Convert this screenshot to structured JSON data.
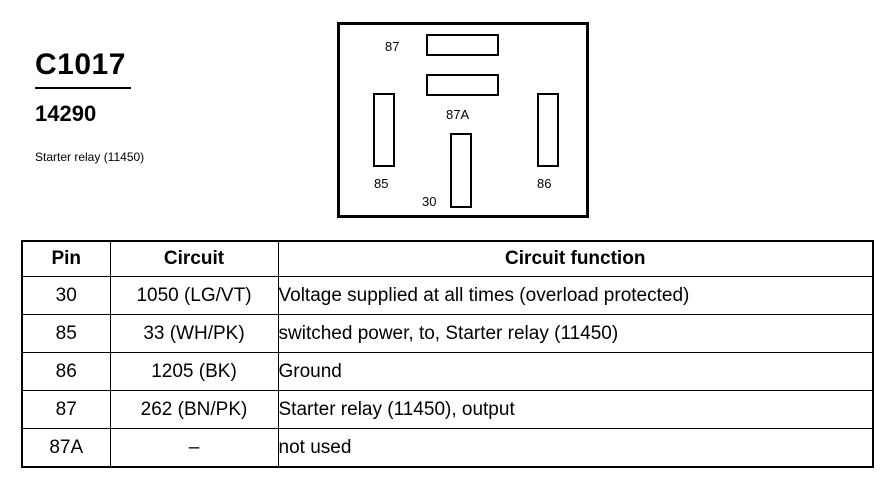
{
  "connector": {
    "id": "C1017",
    "part_number": "14290",
    "description": "Starter relay (11450)"
  },
  "diagram": {
    "pin_labels": {
      "p87": "87",
      "p87a": "87A",
      "p85": "85",
      "p86": "86",
      "p30": "30"
    }
  },
  "table": {
    "headers": [
      "Pin",
      "Circuit",
      "Circuit function"
    ],
    "rows": [
      {
        "pin": "30",
        "circuit": "1050 (LG/VT)",
        "function": "Voltage supplied at all times (overload protected)"
      },
      {
        "pin": "85",
        "circuit": "33 (WH/PK)",
        "function": "switched power, to, Starter relay (11450)"
      },
      {
        "pin": "86",
        "circuit": "1205 (BK)",
        "function": "Ground"
      },
      {
        "pin": "87",
        "circuit": "262 (BN/PK)",
        "function": "Starter relay (11450), output"
      },
      {
        "pin": "87A",
        "circuit": "–",
        "function": "not used"
      }
    ]
  }
}
